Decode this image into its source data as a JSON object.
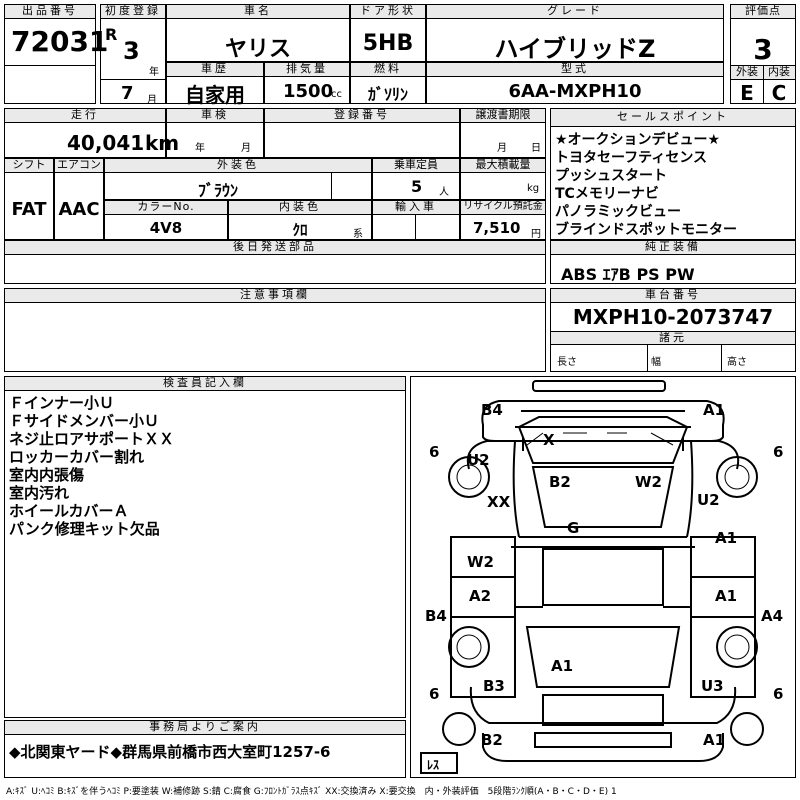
{
  "header": {
    "lot_label": "出品番号",
    "lot_no": "72031",
    "reg_label": "初度登録",
    "era": "R",
    "reg_year": "3",
    "year_unit": "年",
    "reg_month": "7",
    "month_unit": "月",
    "name_label": "車名",
    "car_name": "ヤリス",
    "door_label": "ドア形状",
    "door": "5HB",
    "grade_label": "グレード",
    "grade": "ハイブリッドZ",
    "score_label": "評価点",
    "score": "3",
    "history_label": "車歴",
    "history": "自家用",
    "disp_label": "排気量",
    "disp": "1500",
    "disp_unit": "cc",
    "fuel_label": "燃料",
    "fuel": "ｶﾞｿﾘﾝ",
    "model_label": "型式",
    "model": "6AA-MXPH10",
    "ext_label": "外装",
    "ext": "E",
    "int_label": "内装",
    "int": "C"
  },
  "row2": {
    "mileage_label": "走行",
    "mileage": "40,041",
    "mileage_unit": "km",
    "inspection_label": "車検",
    "insp_year": "年",
    "insp_month": "月",
    "regno_label": "登録番号",
    "transfer_label": "譲渡書期限",
    "tr_month": "月",
    "tr_day": "日",
    "shift_label": "シフト",
    "shift": "FAT",
    "ac_label": "エアコン",
    "ac": "AAC",
    "color_label": "外装色",
    "color": "ﾌﾞﾗｳﾝ",
    "capacity_label": "乗車定員",
    "capacity": "5",
    "capacity_unit": "人",
    "load_label": "最大積載量",
    "load_unit": "kg",
    "colorno_label": "カラーNo.",
    "colorno": "4V8",
    "intcolor_label": "内装色",
    "intcolor": "ｸﾛ",
    "intcolor_unit": "系",
    "import_label": "輸入車",
    "recycle_label": "リサイクル預託金",
    "recycle": "7,510",
    "recycle_unit": "円"
  },
  "sales": {
    "label": "セールスポイント",
    "items": [
      "★オークションデビュー★",
      "トヨタセーフティセンス",
      "プッシュスタート",
      "TCメモリーナビ",
      "パノラミックビュー",
      "ブラインドスポットモニター"
    ]
  },
  "later_label": "後日発送部品",
  "equip": {
    "label": "純正装備",
    "value": "ABS ｴｱB PS PW"
  },
  "notes_label": "注意事項欄",
  "chassis": {
    "label": "車台番号",
    "value": "MXPH10-2073747",
    "spec_label": "諸元",
    "len": "長さ",
    "wid": "幅",
    "hgt": "高さ"
  },
  "inspector": {
    "label": "検査員記入欄",
    "lines": [
      "Ｆインナー小Ｕ",
      "Ｆサイドメンバー小Ｕ",
      "ネジ止ロアサポートＸＸ",
      "ロッカーカバー割れ",
      "室内内張傷",
      "室内汚れ",
      "ホイールカバーＡ",
      "パンク修理キット欠品"
    ]
  },
  "office": {
    "label": "事務局よりご案内",
    "text": "◆北関東ヤード◆群馬県前橋市西大室町1257-6"
  },
  "legend": "A:ｷｽﾞ U:ﾍｺﾐ B:ｷｽﾞを伴うﾍｺﾐ P:要塗装 W:補修跡 S:錆 C:腐食 G:ﾌﾛﾝﾄｶﾞﾗｽ点ｷｽﾞ XX:交換済み X:要交換　内・外装評価　5段階ﾗﾝｸ順(A・B・C・D・E) 1",
  "diagram": {
    "marks": {
      "front_left_corner": "B4",
      "front_right_corner": "A1",
      "windshield": "X",
      "left_fender": "U2",
      "right_fender": "U2",
      "hood_left": "XX",
      "hood_center": "B2",
      "hood_right": "W2",
      "cowl": "G",
      "left_front_door": "W2",
      "right_front_door": "A1",
      "left_rear_door": "A2",
      "right_rear_door": "A1",
      "left_rocker": "B4",
      "right_rocker": "A4",
      "roof": "A1",
      "left_rear_fender": "B3",
      "right_rear_fender": "U3",
      "rear_left_corner": "B2",
      "rear_right_corner": "A1",
      "tire_fl": "6",
      "tire_fr": "6",
      "tire_rl": "6",
      "tire_rr": "6",
      "spare": "ﾚｽ"
    }
  }
}
